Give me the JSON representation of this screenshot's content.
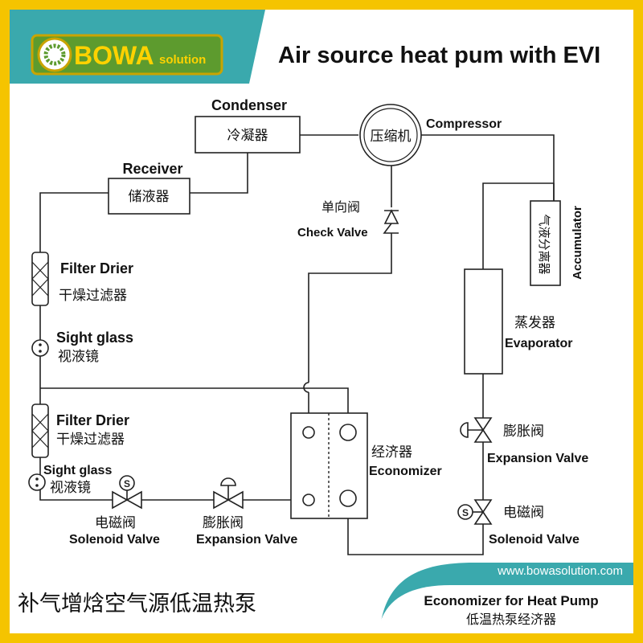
{
  "brand": {
    "name": "BOWA",
    "tagline": "solution",
    "website": "www.bowasolution.com"
  },
  "title": "Air source heat pum with EVI",
  "components": {
    "condenser": {
      "en": "Condenser",
      "zh": "冷凝器"
    },
    "compressor": {
      "en": "Compressor",
      "zh": "压缩机"
    },
    "receiver": {
      "en": "Receiver",
      "zh": "储液器"
    },
    "check_valve": {
      "en": "Check Valve",
      "zh": "单向阀"
    },
    "accumulator": {
      "en": "Accumulator",
      "zh": "气液分离器"
    },
    "filter_drier_1": {
      "en": "Filter Drier",
      "zh": "干燥过滤器"
    },
    "sight_glass_1": {
      "en": "Sight glass",
      "zh": "视液镜"
    },
    "evaporator": {
      "en": "Evaporator",
      "zh": "蒸发器"
    },
    "filter_drier_2": {
      "en": "Filter Drier",
      "zh": "干燥过滤器"
    },
    "economizer": {
      "en": "Economizer",
      "zh": "经济器"
    },
    "sight_glass_2": {
      "en": "Sight glass",
      "zh": "视液镜"
    },
    "expansion_valve_right": {
      "en": "Expansion Valve",
      "zh": "膨胀阀"
    },
    "solenoid_valve_left": {
      "en": "Solenoid Valve",
      "zh": "电磁阀"
    },
    "expansion_valve_left": {
      "en": "Expansion Valve",
      "zh": "膨胀阀"
    },
    "solenoid_valve_right": {
      "en": "Solenoid Valve",
      "zh": "电磁阀"
    }
  },
  "footer": {
    "left_zh": "补气增焓空气源低温热泵",
    "right_en": "Economizer for Heat Pump",
    "right_zh": "低温热泵经济器"
  },
  "colors": {
    "frame": "#f5c400",
    "teal": "#3aa9ad",
    "logo_green": "#5d9b2e",
    "logo_text": "#ffd200",
    "line": "#222222"
  }
}
